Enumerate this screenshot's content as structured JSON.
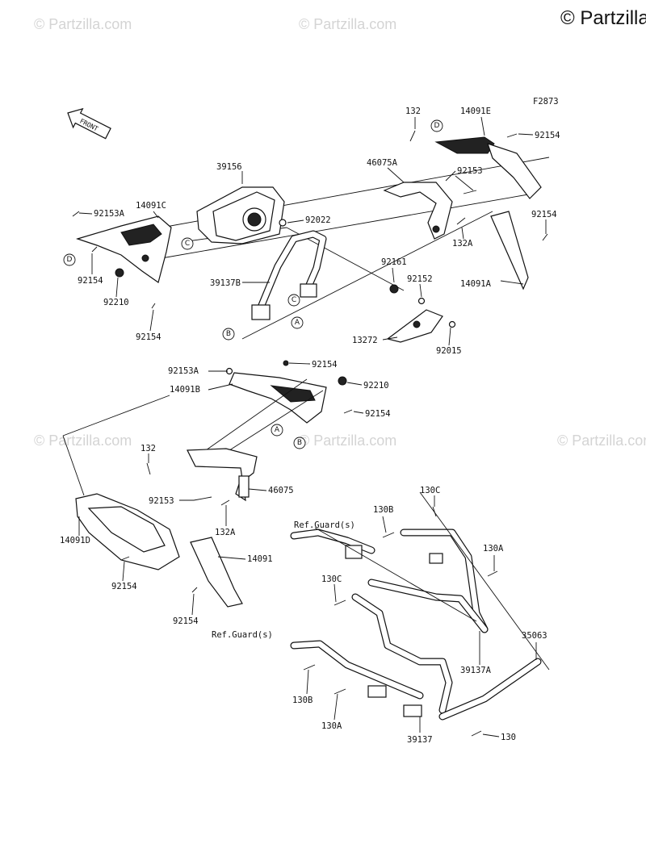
{
  "copyright": "© Partzilla.com",
  "watermark": "© Partzilla.com",
  "figure_code": "F2873",
  "front_arrow_label": "FRONT",
  "refs": [
    "A",
    "B",
    "C",
    "D"
  ],
  "callouts": {
    "c132_top": "132",
    "c14091E": "14091E",
    "c92154_tr": "92154",
    "c46075A": "46075A",
    "c92153_t": "92153",
    "c39156": "39156",
    "c14091C": "14091C",
    "c92153A_t": "92153A",
    "c92022": "92022",
    "c92154_r": "92154",
    "c132A_t": "132A",
    "c92154_l1": "92154",
    "c92210_l": "92210",
    "c92154_l2": "92154",
    "c39137B": "39137B",
    "c92161": "92161",
    "c92152": "92152",
    "c14091A": "14091A",
    "c13272": "13272",
    "c92015": "92015",
    "c92153A_m": "92153A",
    "c92154_m1": "92154",
    "c92210_m": "92210",
    "c14091B": "14091B",
    "c92154_m2": "92154",
    "c132_m": "132",
    "c92153_m": "92153",
    "c46075": "46075",
    "c132A_m": "132A",
    "c14091D": "14091D",
    "c92154_b1": "92154",
    "c14091": "14091",
    "c92154_b2": "92154",
    "c130C_1": "130C",
    "c130B_1": "130B",
    "c130A_1": "130A",
    "ref_guard_1": "Ref.Guard(s)",
    "c130C_2": "130C",
    "c39137A": "39137A",
    "ref_guard_2": "Ref.Guard(s)",
    "c35063": "35063",
    "c130B_2": "130B",
    "c130A_2": "130A",
    "c39137": "39137",
    "c130": "130"
  }
}
